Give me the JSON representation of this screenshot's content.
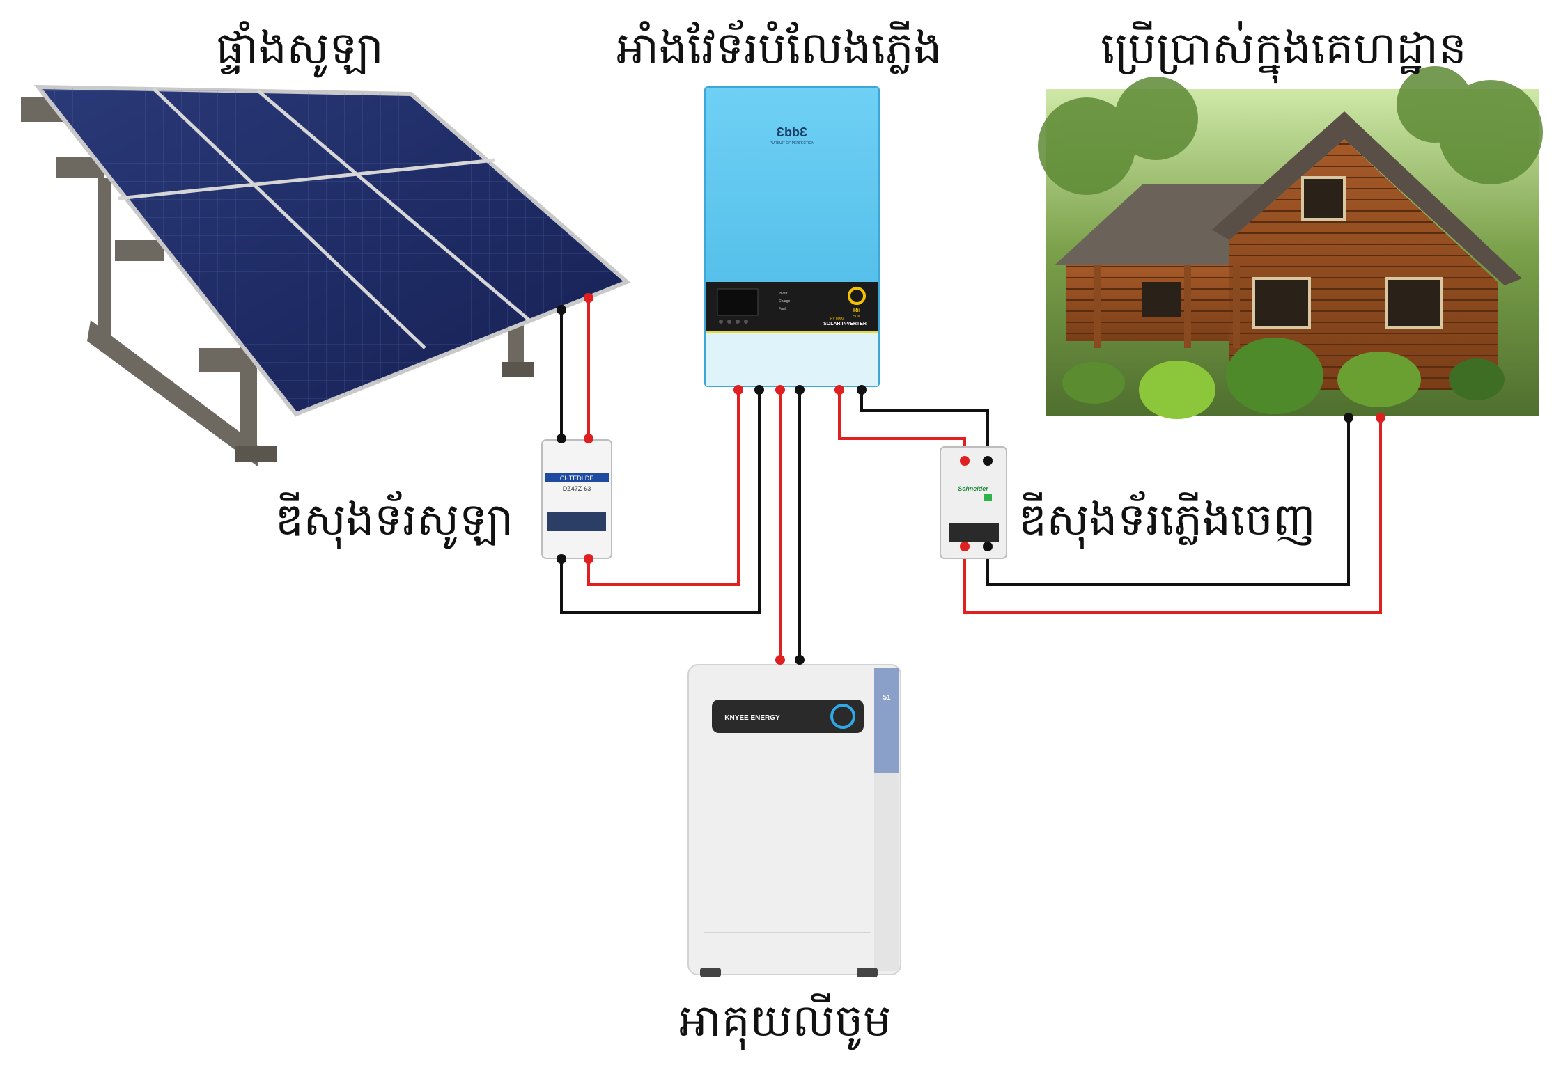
{
  "labels": {
    "solar_panel": "ផ្ទាំងសូឡា",
    "inverter": "អាំងវែទ័របំលែងភ្លើង",
    "home_use": "ប្រើប្រាស់ក្នុងគេហដ្ឋាន",
    "solar_breaker": "ឌីសុងទ័រសូឡា",
    "output_breaker": "ឌីសុងទ័រភ្លើងចេញ",
    "battery": "អាគុយលីចូម"
  },
  "inverter": {
    "brand_mark": "ƐbbƐ",
    "tagline": "PURSUIT OF PERFECTION",
    "indicators": [
      "Invert",
      "Charge",
      "Fault"
    ],
    "logo_top": "Rii",
    "logo_bottom": "SUN",
    "model_tag": "PV 8000",
    "product": "SOLAR INVERTER"
  },
  "solar_breaker": {
    "brand": "CHTEDLDE",
    "model": "DZ47Z-63"
  },
  "output_breaker": {
    "brand": "Schneider"
  },
  "battery": {
    "brand": "KNYEE ENERGY",
    "side_mark": "51"
  },
  "colors": {
    "wire_positive": "#e02020",
    "wire_negative": "#111111",
    "inverter_body": "#5bc4ec",
    "inverter_panel": "#1b1b1b",
    "battery_body": "#eeeeee",
    "battery_accent": "#8aa0c8"
  }
}
